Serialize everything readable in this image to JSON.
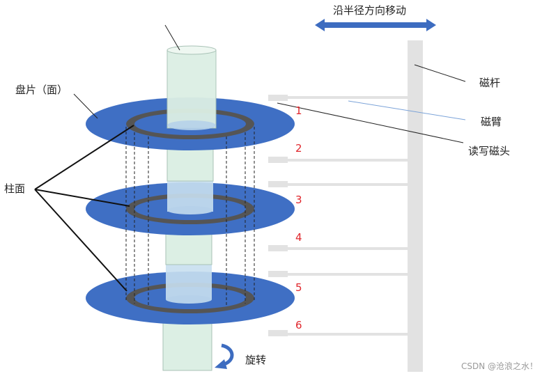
{
  "labels": {
    "move_direction": "沿半径方向移动",
    "platter": "盘片（面）",
    "cylinder": "柱面",
    "rod": "磁杆",
    "arm": "磁臂",
    "head": "读写磁头",
    "rotate": "旋转"
  },
  "surface_numbers": [
    "1",
    "2",
    "3",
    "4",
    "5",
    "6"
  ],
  "watermark": "CSDN @沧浪之水！",
  "colors": {
    "platter": "#3f6fc4",
    "track_ring": "#555555",
    "spindle": "#dcefe4",
    "rod": "#e2e2e2",
    "arrow": "#3d6cc0",
    "number": "#e0262c"
  }
}
